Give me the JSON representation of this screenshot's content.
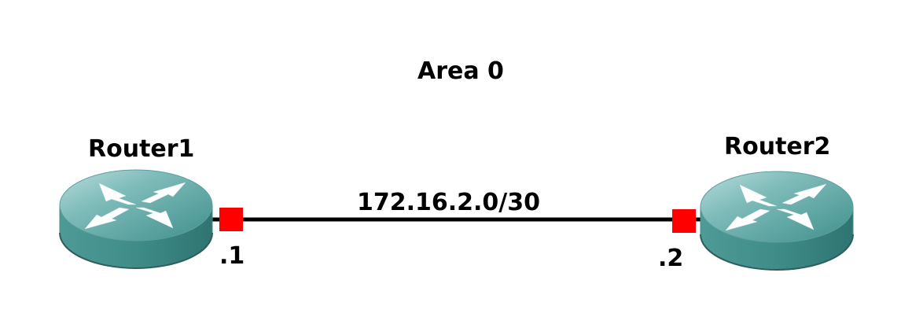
{
  "title": "Area 0",
  "link": {
    "subnet": "172.16.2.0/30",
    "color": "#000000"
  },
  "routers": [
    {
      "name": "Router1",
      "interface_ip": ".1",
      "icon": "router-icon"
    },
    {
      "name": "Router2",
      "interface_ip": ".2",
      "icon": "router-icon"
    }
  ],
  "colors": {
    "router_body": "#3f8f8c",
    "router_top": "#6ab0ae",
    "interface_marker": "#ff0000",
    "background": "#ffffff"
  }
}
